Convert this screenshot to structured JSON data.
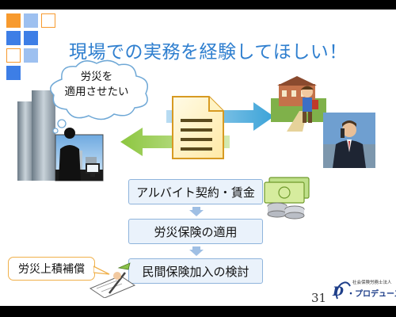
{
  "slide": {
    "title": "現場での実務を経験してほしい！",
    "thought": {
      "line1": "労災を",
      "line2": "適用させたい"
    },
    "flow": [
      {
        "label": "アルバイト契約・賃金"
      },
      {
        "label": "労災保険の適用"
      },
      {
        "label": "民間保険加入の検討"
      }
    ],
    "callout": "労災上積補償",
    "page_number": "31",
    "logo": {
      "subtitle": "社会保険労務士法人",
      "name": "・プロデュース",
      "letter": "D"
    }
  },
  "colors": {
    "title": "#2f7fcf",
    "square_orange": "#f79a2e",
    "square_blue": "#3d7ee6",
    "square_light_blue": "#9dc0f0",
    "arrow_blue": "#3ba3d8",
    "arrow_green": "#8cc63f",
    "flow_fill": "#eaf2fb",
    "flow_border": "#8fb4dc",
    "callout_border": "#f0b04a"
  },
  "icons": [
    "business-man-office-icon",
    "document-icon",
    "sightseeing-traveler-icon",
    "phone-businessman-icon",
    "money-stack-icon",
    "signing-contract-icon"
  ]
}
